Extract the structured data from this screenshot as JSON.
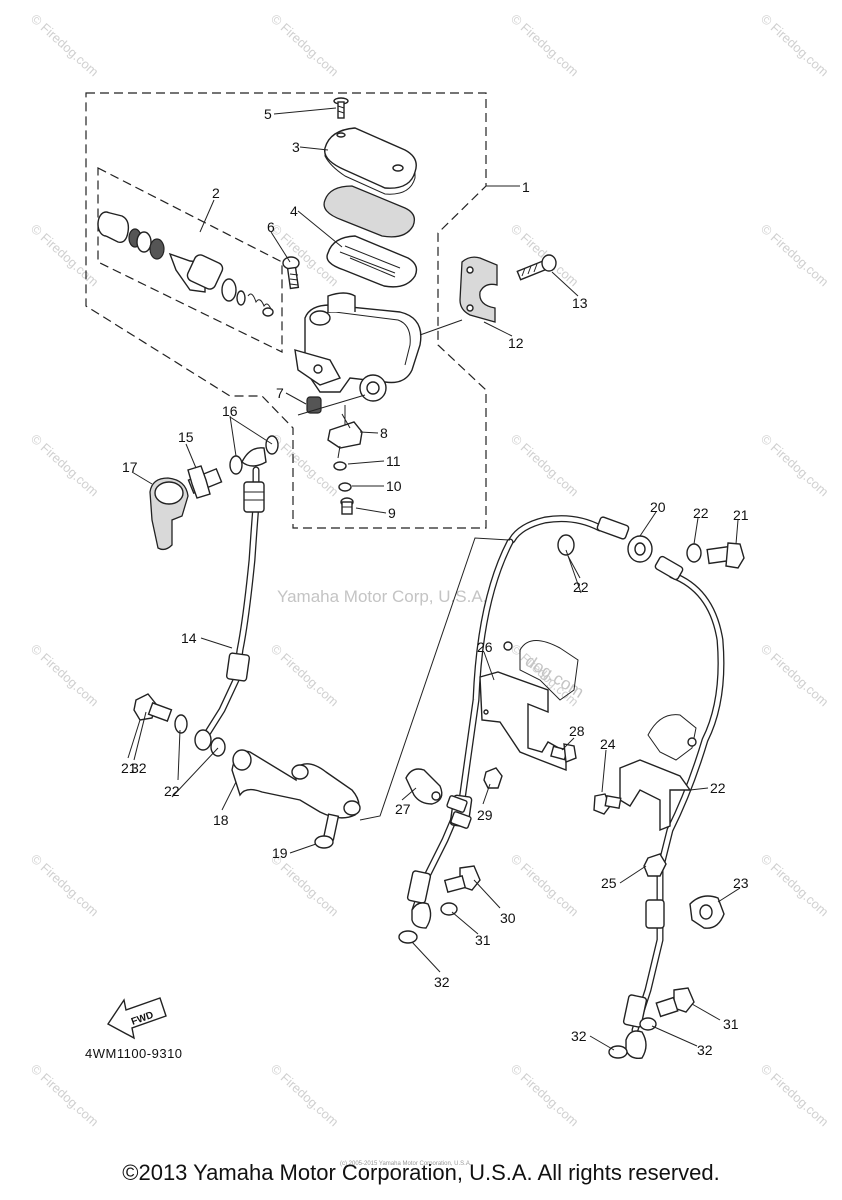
{
  "diagram": {
    "callouts": [
      "1",
      "2",
      "3",
      "4",
      "5",
      "6",
      "7",
      "8",
      "9",
      "10",
      "11",
      "12",
      "13",
      "14",
      "15",
      "16",
      "17",
      "18",
      "19",
      "20",
      "21",
      "21",
      "22",
      "22",
      "22",
      "22",
      "23",
      "24",
      "25",
      "26",
      "27",
      "28",
      "29",
      "30",
      "31",
      "31",
      "32",
      "32",
      "32",
      "32"
    ],
    "part_code": "4WM1100-9310",
    "fwd_label": "FWD",
    "watermark_center": "Yamaha Motor Corp, U.S.A.",
    "watermark_tile": "© Firedog.com",
    "watermark_fragment": "dog.com",
    "fine_print": "(c) 2005-2015 Yamaha Motor Corporation, U.S.A.",
    "copyright": "©2013 Yamaha Motor Corporation, U.S.A. All rights reserved."
  }
}
